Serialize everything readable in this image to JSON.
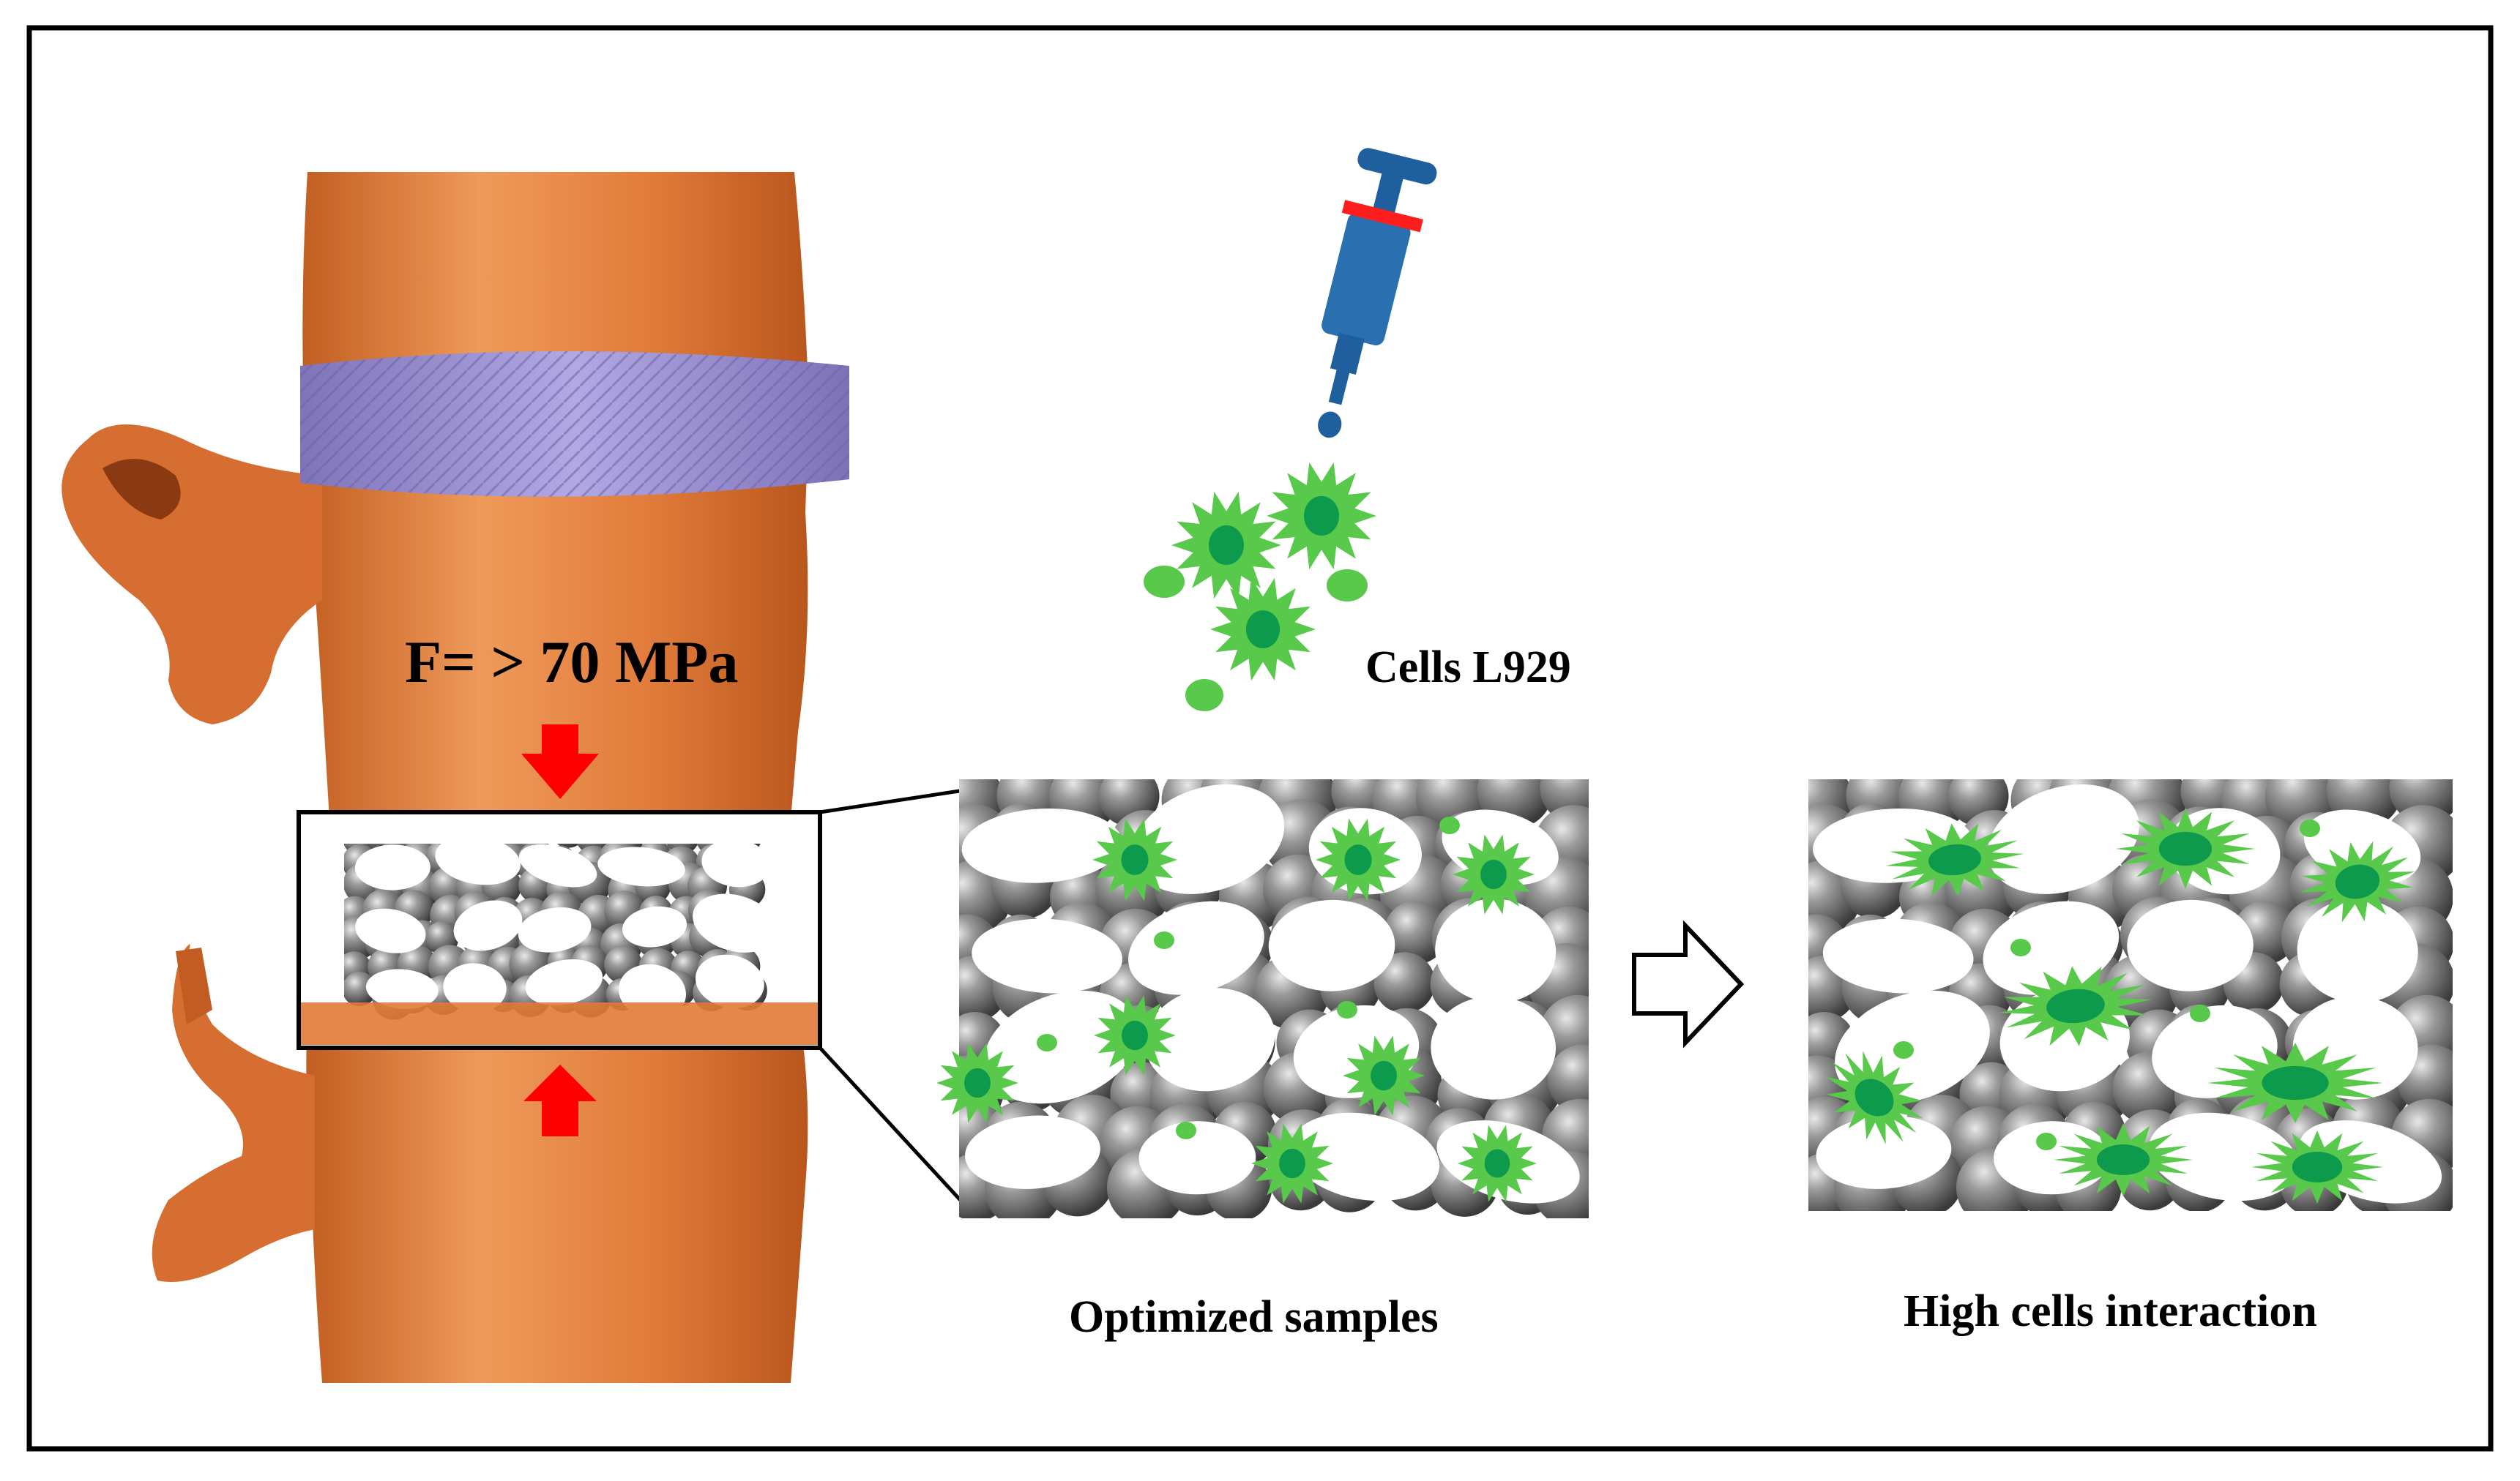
{
  "labels": {
    "force": "F= > 70 MPa",
    "cells": "Cells L929",
    "optimized": "Optimized samples",
    "interaction": "High cells interaction"
  },
  "colors": {
    "bone": "#e5874a",
    "bone_dark": "#b3551c",
    "disc": "#9a8cd3",
    "force_arrow": "#ff0000",
    "cell": "#58c94a",
    "cell_nucleus": "#0e9a4c",
    "sphere": "#777777",
    "syringe": "#1f5f9e",
    "syringe_mark": "#ff1e1e",
    "frame": "#000000"
  },
  "icons": {
    "syringe": "syringe-icon",
    "arrow": "hollow-right-arrow-icon",
    "force_down": "red-down-arrow-icon",
    "force_up": "red-up-arrow-icon"
  }
}
